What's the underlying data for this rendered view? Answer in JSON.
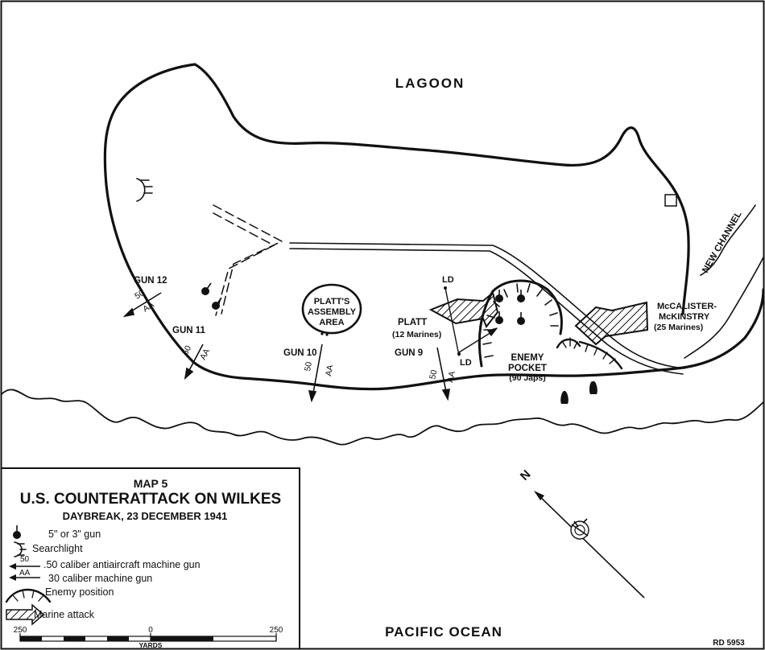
{
  "water": {
    "lagoon": "LAGOON",
    "ocean": "PACIFIC OCEAN",
    "channel": "NEW CHANNEL"
  },
  "areas": {
    "assembly_line1": "PLATT'S",
    "assembly_line2": "ASSEMBLY",
    "assembly_line3": "AREA",
    "platt_name": "PLATT",
    "platt_strength": "(12 Marines)",
    "mccalister_line1": "McCALISTER-",
    "mccalister_line2": "McKINSTRY",
    "mccalister_strength": "(25 Marines)",
    "enemy_line1": "ENEMY",
    "enemy_line2": "POCKET",
    "enemy_strength": "(90 Japs)",
    "ld_label": "LD"
  },
  "guns": {
    "g12": "GUN 12",
    "g11": "GUN 11",
    "g10": "GUN 10",
    "g9": "GUN 9",
    "aa_top": "50",
    "aa_bottom": "AA"
  },
  "legend": {
    "map_number": "MAP 5",
    "title": "U.S. COUNTERATTACK ON WILKES",
    "subtitle": "DAYBREAK, 23 DECEMBER 1941",
    "gun": "5\" or 3\" gun",
    "searchlight": "Searchlight",
    "aa_gun": ".50 caliber antiaircraft machine gun",
    "aa_top": "50",
    "aa_bottom": "AA",
    "mg": "30 caliber machine gun",
    "enemy_position": "Enemy position",
    "marine_attack": "Marine attack"
  },
  "scale": {
    "left": "250",
    "mid": "0",
    "right": "250",
    "unit": "YARDS"
  },
  "north": "N",
  "credit": "RD 5953"
}
